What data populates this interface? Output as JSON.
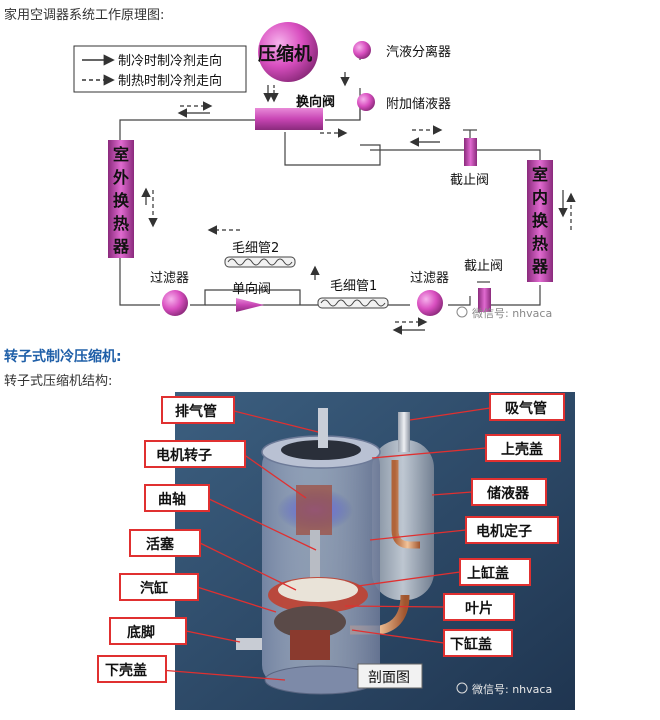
{
  "header": {
    "title": "家用空调器系统工作原理图:",
    "section_title": "转子式制冷压缩机:",
    "section_subtitle": "转子式压缩机结构:"
  },
  "system_diagram": {
    "legend": {
      "cooling": "制冷时制冷剂走向",
      "heating": "制热时制冷剂走向"
    },
    "compressor": "压缩机",
    "reversing_valve": "换向阀",
    "gas_liquid_separator": "汽液分离器",
    "aux_receiver": "附加储液器",
    "outdoor_hx": [
      "室",
      "外",
      "换",
      "热",
      "器"
    ],
    "indoor_hx": [
      "室",
      "内",
      "换",
      "热",
      "器"
    ],
    "stop_valve_top": "截止阀",
    "stop_valve_bottom": "截止阀",
    "filter_left": "过滤器",
    "filter_right": "过滤器",
    "capillary_2": "毛细管2",
    "capillary_1": "毛细管1",
    "check_valve": "单向阀",
    "watermark": "微信号: nhvaca"
  },
  "compressor_structure": {
    "labels_left": [
      "排气管",
      "电机转子",
      "曲轴",
      "活塞",
      "汽缸",
      "底脚",
      "下壳盖"
    ],
    "labels_right": [
      "吸气管",
      "上壳盖",
      "储液器",
      "电机定子",
      "上缸盖",
      "叶片",
      "下缸盖"
    ],
    "section_label": "剖面图",
    "watermark": "微信号: nhvaca"
  },
  "colors": {
    "component": "#d94fc0",
    "compressor": "#c845b4",
    "hx_fill": "#b0389e",
    "label_red": "#e03030",
    "photo_bg": "#2f4f6d",
    "section_blue": "#1f5fa8"
  }
}
